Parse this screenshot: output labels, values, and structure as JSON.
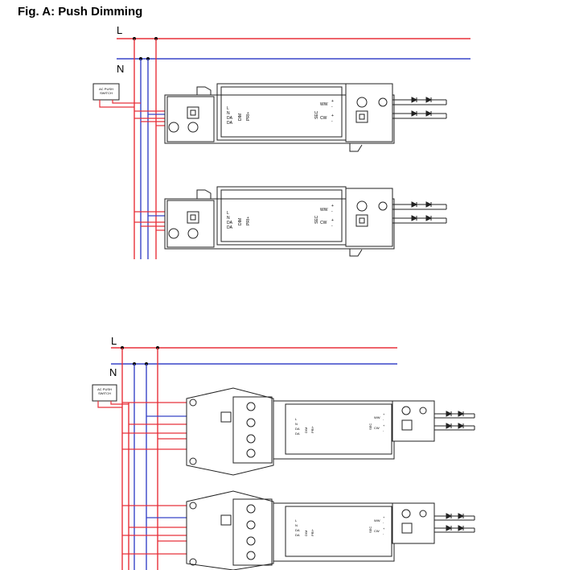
{
  "title": "Fig. A: Push Dimming",
  "colors": {
    "line": "#e8303a",
    "neutral": "#3845c8",
    "outline": "#222222"
  },
  "diagram_a": {
    "line_label": "L",
    "neutral_label": "N",
    "switch_text_1": "AC PUSH",
    "switch_text_2": "SWITCH",
    "driver_1": {
      "in_terms": [
        "L",
        "N",
        "DA",
        "DA"
      ],
      "text_a": "DIM",
      "text_b": "PRI+",
      "out_terms": [
        "+",
        "-",
        "+",
        "-"
      ],
      "out_text_a": "SEC",
      "out_text_b": "WW",
      "out_text_c": "CW"
    },
    "driver_2": {
      "in_terms": [
        "L",
        "N",
        "DA",
        "DA"
      ],
      "text_a": "DIM",
      "text_b": "PRI+",
      "out_terms": [
        "+",
        "-",
        "+",
        "-"
      ],
      "out_text_a": "SEC",
      "out_text_b": "WW",
      "out_text_c": "CW"
    }
  },
  "diagram_b": {
    "line_label": "L",
    "neutral_label": "N",
    "switch_text_1": "AC PUSH",
    "switch_text_2": "SWITCH",
    "driver_1": {
      "in_terms": [
        "L",
        "N",
        "DA",
        "DA"
      ],
      "text_a": "DIM",
      "text_b": "PRI+",
      "out_terms": [
        "+",
        "-",
        "+",
        "-"
      ],
      "out_text_a": "SEC",
      "out_text_b": "WW",
      "out_text_c": "CW"
    },
    "driver_2": {
      "in_terms": [
        "L",
        "N",
        "DA",
        "DA"
      ],
      "text_a": "DIM",
      "text_b": "PRI+",
      "out_terms": [
        "+",
        "-",
        "+",
        "-"
      ],
      "out_text_a": "SEC",
      "out_text_b": "WW",
      "out_text_c": "CW"
    }
  }
}
